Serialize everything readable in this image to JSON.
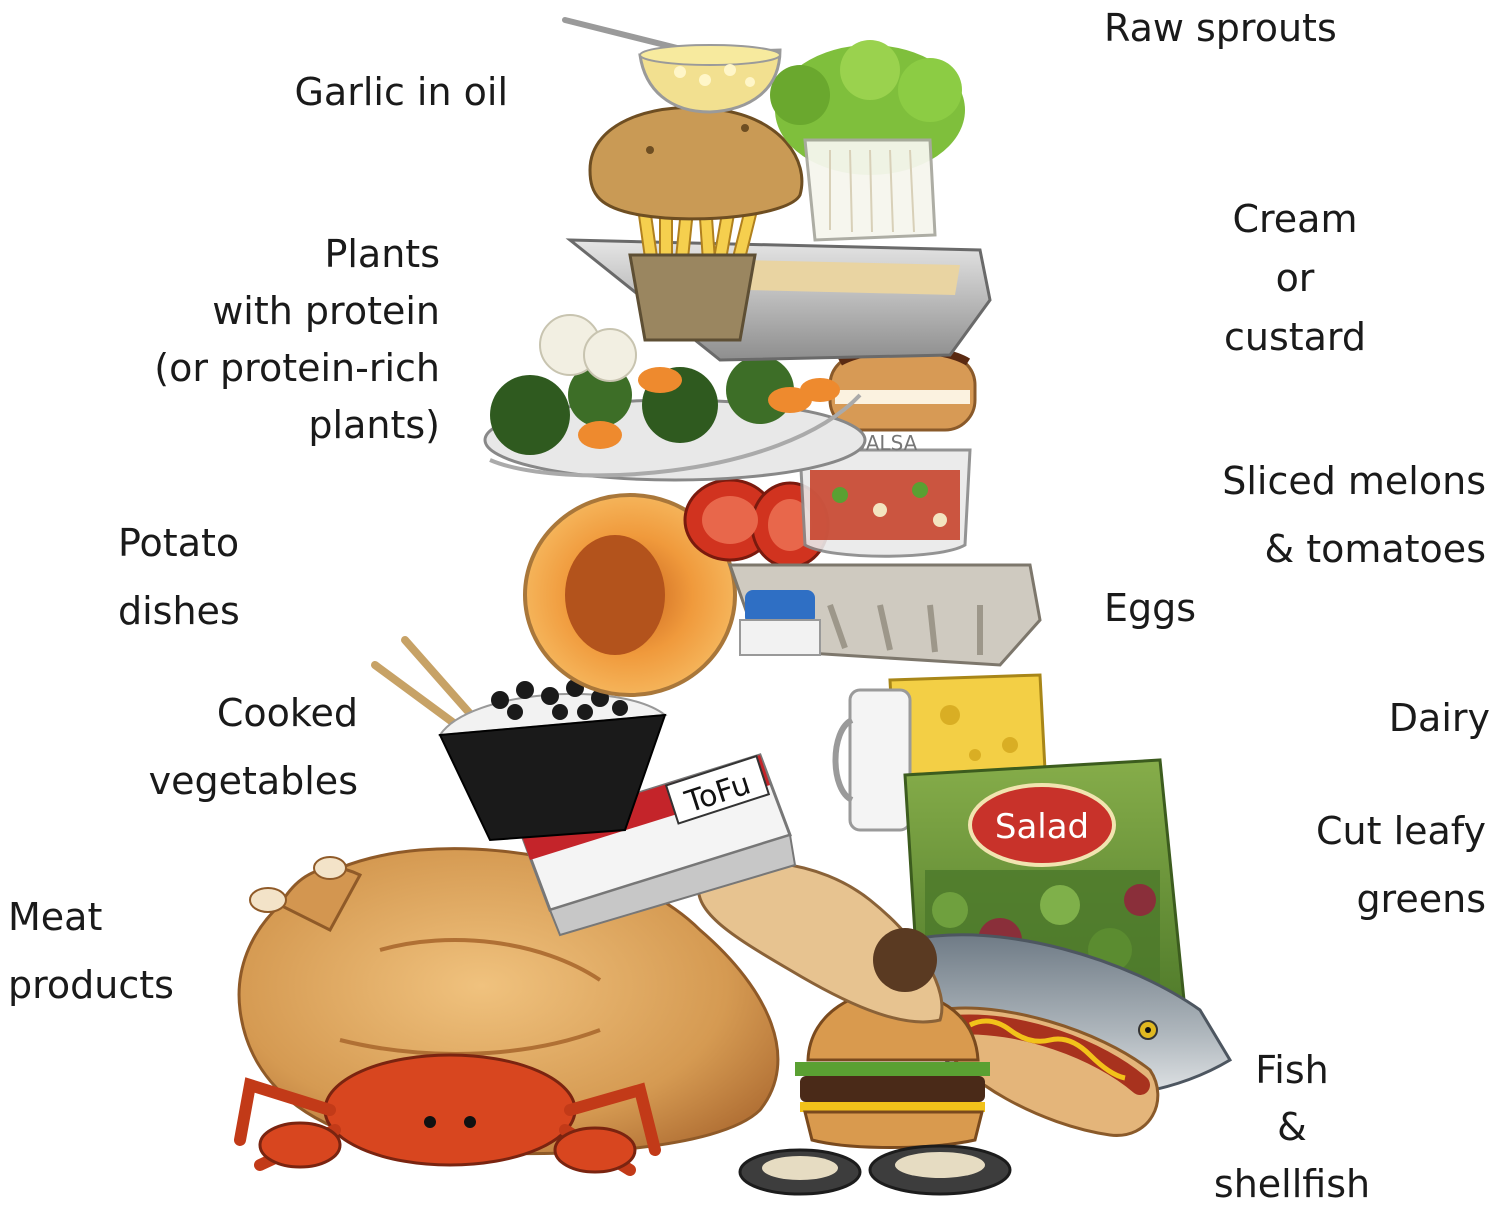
{
  "labels": {
    "raw_sprouts": [
      "Raw sprouts"
    ],
    "garlic_in_oil": [
      "Garlic in oil"
    ],
    "cream_custard": [
      "Cream",
      "or",
      "custard"
    ],
    "plants_protein": [
      "Plants",
      "with protein",
      "(or protein-rich",
      "plants)"
    ],
    "sliced_melons": [
      "Sliced melons",
      "& tomatoes"
    ],
    "potato_dishes": [
      "Potato",
      "dishes"
    ],
    "eggs": [
      "Eggs"
    ],
    "cooked_vegetables": [
      "Cooked",
      "vegetables"
    ],
    "dairy": [
      "Dairy"
    ],
    "cut_leafy_greens": [
      "Cut leafy",
      "greens"
    ],
    "meat_products": [
      "Meat",
      "products"
    ],
    "fish_shellfish": [
      "Fish",
      "&",
      "shellfish"
    ]
  },
  "packaging_text": {
    "salsa": "SALSA",
    "tofu": "ToFu",
    "salad": "Salad"
  },
  "colors": {
    "label_text": "#1a1a1a",
    "salad_bag": "#6e9a3a",
    "salad_badge": "#c8322a",
    "tofu_red": "#c4242a",
    "roast_chicken": "#d9a05a",
    "crab": "#d8461f",
    "cheese": "#f3cf45",
    "melon": "#f09a3c"
  }
}
